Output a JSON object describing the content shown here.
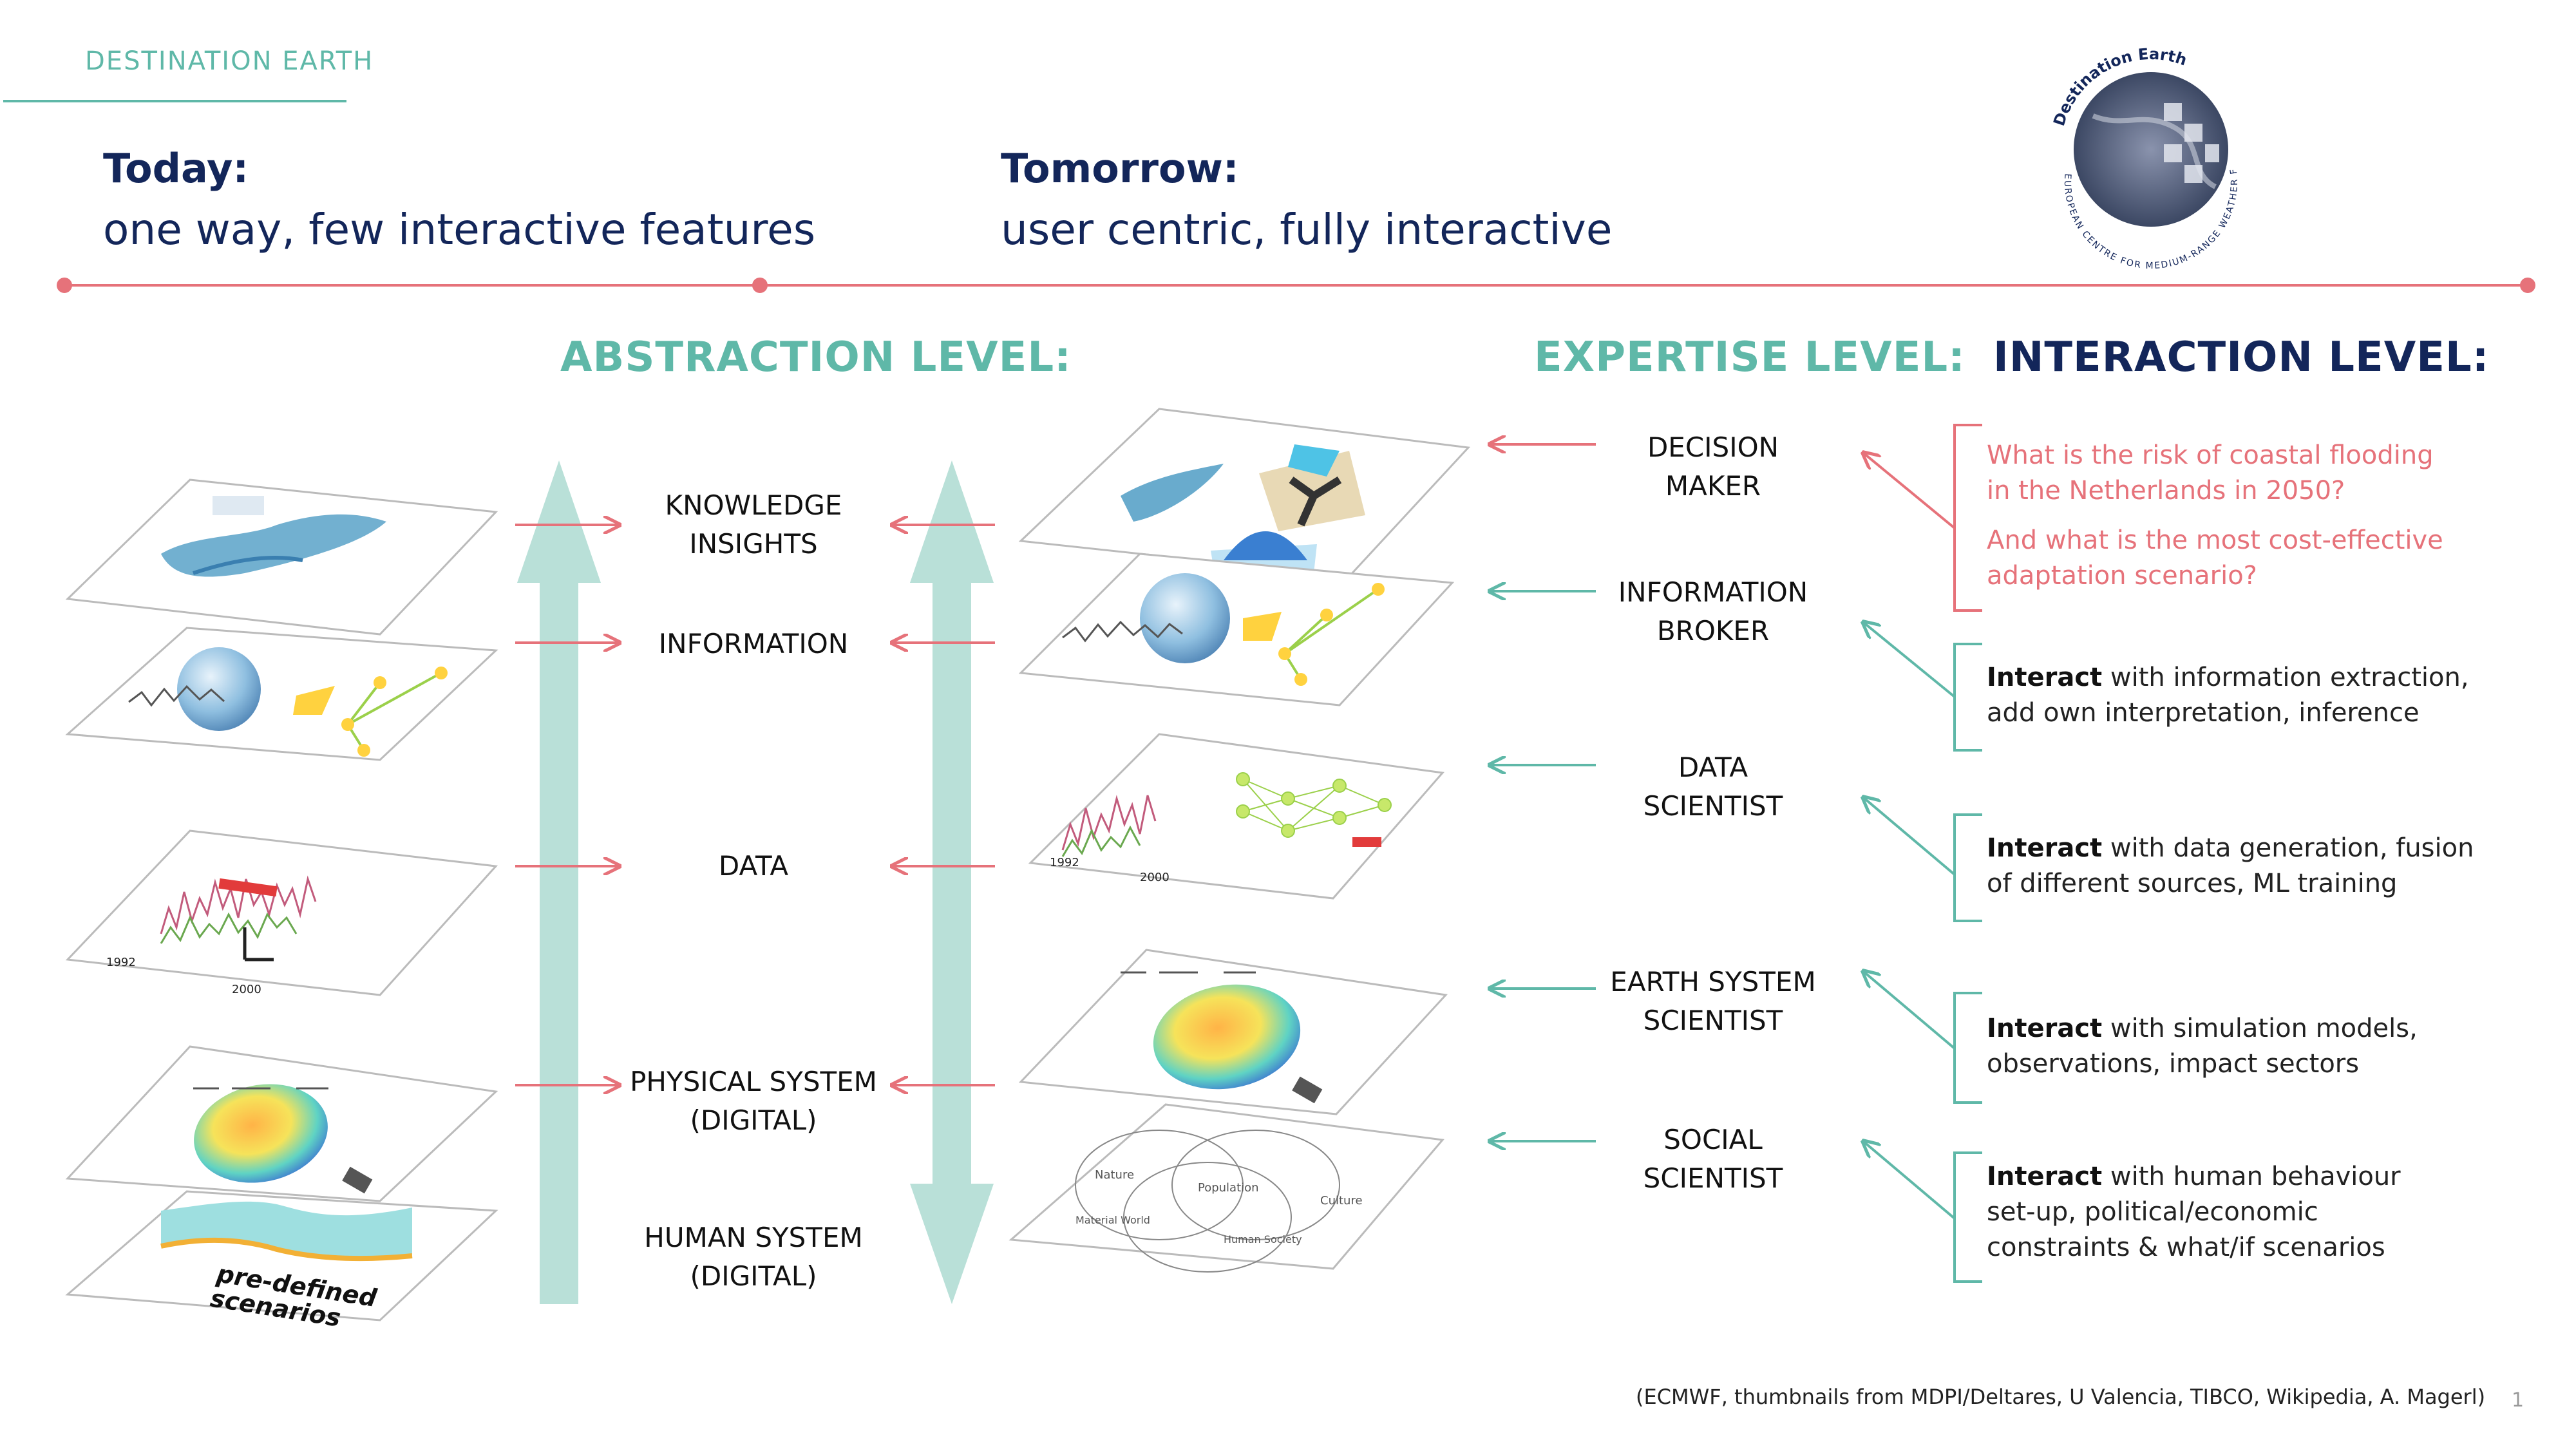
{
  "brand": "DESTINATION EARTH",
  "today": {
    "title": "Today:",
    "subtitle": "one way, few interactive features"
  },
  "tomorrow": {
    "title": "Tomorrow:",
    "subtitle": "user centric, fully interactive"
  },
  "sections": {
    "abstraction": "ABSTRACTION LEVEL:",
    "expertise": "EXPERTISE LEVEL:",
    "interaction": "INTERACTION LEVEL:"
  },
  "abstraction_levels": [
    {
      "line1": "KNOWLEDGE",
      "line2": "INSIGHTS"
    },
    {
      "line1": "INFORMATION",
      "line2": ""
    },
    {
      "line1": "DATA",
      "line2": ""
    },
    {
      "line1": "PHYSICAL SYSTEM",
      "line2": "(DIGITAL)"
    },
    {
      "line1": "HUMAN SYSTEM",
      "line2": "(DIGITAL)"
    }
  ],
  "expertise_levels": [
    {
      "line1": "DECISION",
      "line2": "MAKER"
    },
    {
      "line1": "INFORMATION",
      "line2": "BROKER"
    },
    {
      "line1": "DATA",
      "line2": "SCIENTIST"
    },
    {
      "line1": "EARTH SYSTEM",
      "line2": "SCIENTIST"
    },
    {
      "line1": "SOCIAL",
      "line2": "SCIENTIST"
    }
  ],
  "questions": [
    {
      "line1": "What is the risk of coastal flooding",
      "line2": "in the Netherlands in 2050?"
    },
    {
      "line1": "And what is the most cost-effective",
      "line2": "adaptation scenario?"
    }
  ],
  "interactions": [
    {
      "bold": "Interact",
      "rest": " with information extraction,",
      "line2": "add own interpretation, inference",
      "line3": ""
    },
    {
      "bold": "Interact",
      "rest": " with data generation, fusion",
      "line2": "of different sources, ML training",
      "line3": ""
    },
    {
      "bold": "Interact",
      "rest": " with simulation models,",
      "line2": "observations, impact sectors",
      "line3": ""
    },
    {
      "bold": "Interact",
      "rest": " with human behaviour",
      "line2": "set-up, political/economic",
      "line3": "constraints & what/if scenarios"
    }
  ],
  "thumb_labels": {
    "pre_defined": "pre-defined",
    "scenarios": "scenarios",
    "year_1992": "1992",
    "year_2000": "2000",
    "nature": "Nature",
    "population": "Population",
    "culture": "Culture",
    "material_world": "Material World",
    "human_society": "Human Society"
  },
  "logo": {
    "name": "Destination Earth",
    "org": "EUROPEAN CENTRE FOR MEDIUM-RANGE WEATHER FORECASTS"
  },
  "credit": "(ECMWF, thumbnails from MDPI/Deltares, U Valencia, TIBCO, Wikipedia, A. Magerl)",
  "page_number": "1",
  "colors": {
    "teal": "#5fb8a8",
    "navy": "#13265a",
    "red": "#e6727a",
    "arrow_fill": "#b9e0d8"
  }
}
